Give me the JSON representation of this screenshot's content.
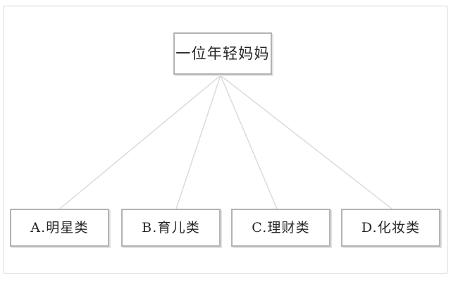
{
  "diagram": {
    "type": "tree",
    "root": {
      "label": "一位年轻妈妈"
    },
    "children": [
      {
        "key": "a",
        "label": "A.明星类"
      },
      {
        "key": "b",
        "label": "B.育儿类"
      },
      {
        "key": "c",
        "label": "C.理财类"
      },
      {
        "key": "d",
        "label": "D.化妆类"
      }
    ],
    "colors": {
      "box_border": "#b3b3b3",
      "box_fill": "#ffffff",
      "box_shadow": "#e2e2e2",
      "connector_line": "#d9d9d9",
      "page_frame": "#d6d6d6",
      "text": "#262626",
      "background": "#ffffff"
    }
  }
}
